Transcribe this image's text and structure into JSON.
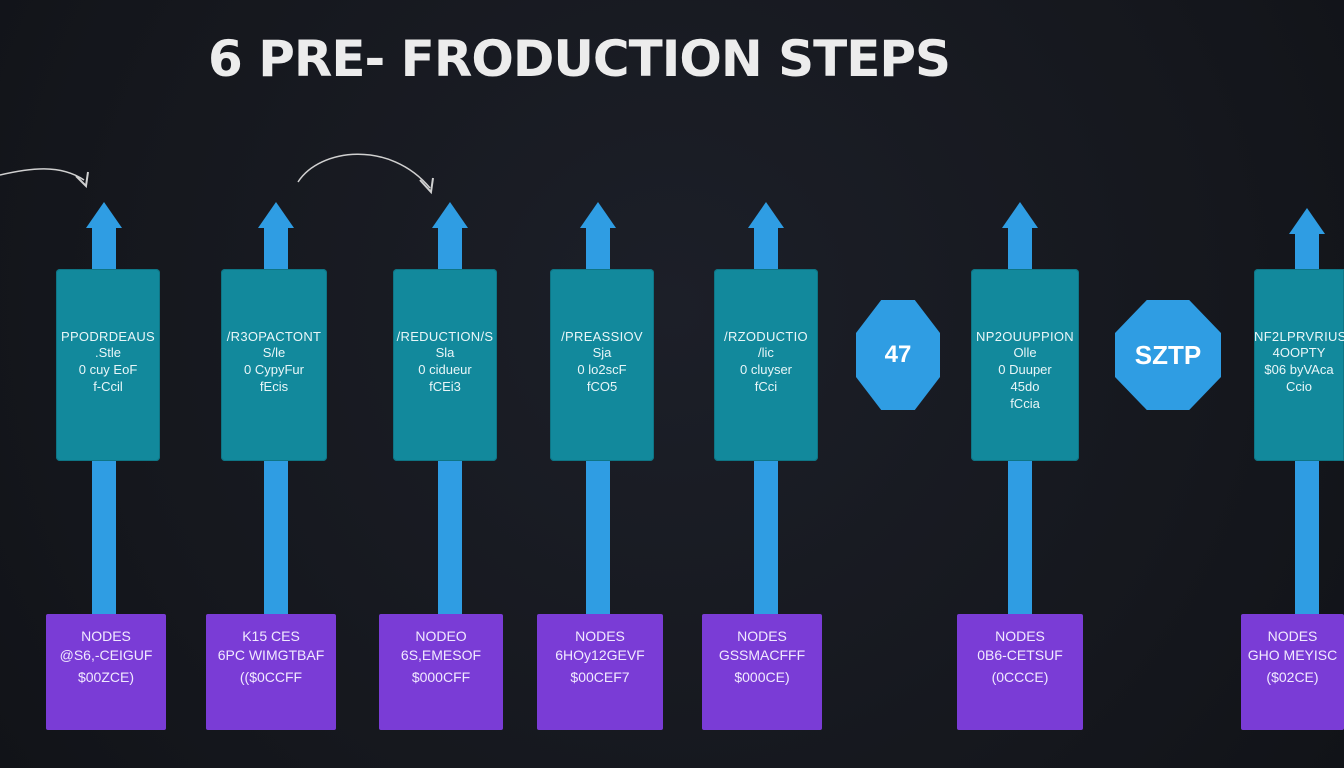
{
  "title": "6 PRE- FRODUCTION STEPS",
  "colors": {
    "background": "#151820",
    "connector": "#2f9de3",
    "card": "#12899c",
    "node": "#7a3cd6",
    "title": "#ececec"
  },
  "steps": [
    {
      "card": {
        "heading": "PPODRDEAUS",
        "lines": [
          ".Stle",
          "0 cuy EoF",
          "f-Ccil"
        ]
      },
      "node": {
        "heading": "NODES",
        "lines": [
          "@S6,-CEIGUF",
          "$00ZCE)"
        ]
      }
    },
    {
      "card": {
        "heading": "/R3OPACTONT",
        "lines": [
          "S/le",
          "0 CypyFur",
          "fEcis"
        ]
      },
      "node": {
        "heading": "K15 CES",
        "lines": [
          "6PC WIMGTBAF",
          "(($0CCFF"
        ]
      }
    },
    {
      "card": {
        "heading": "/REDUCTION/S",
        "lines": [
          "Sla",
          "0 cidueur",
          "fCEi3"
        ]
      },
      "node": {
        "heading": "NODEO",
        "lines": [
          "6S,EMESOF",
          "$000CFF"
        ]
      }
    },
    {
      "card": {
        "heading": "/PREASSIOV",
        "lines": [
          "Sja",
          "0 lo2scF",
          "fCO5"
        ]
      },
      "node": {
        "heading": "NODES",
        "lines": [
          "6HOy12GEVF",
          "$00CEF7"
        ]
      }
    },
    {
      "card": {
        "heading": "/RZODUCTIO",
        "lines": [
          "/lic",
          "0 cluyser",
          "fCci"
        ]
      },
      "node": {
        "heading": "NODES",
        "lines": [
          "GSSMACFFF",
          "$000CE)"
        ]
      }
    },
    {
      "card": {
        "heading": "NP2OUUPPION",
        "lines": [
          "Olle",
          "0 Duuper",
          "45do",
          "fCcia"
        ]
      },
      "node": {
        "heading": "NODES",
        "lines": [
          "0B6-CETSUF",
          "(0CCCE)"
        ]
      }
    },
    {
      "card": {
        "heading": "NF2LPRVRIUS",
        "lines": [
          "4OOPTY",
          "$06 byVAca",
          "Ccio"
        ]
      },
      "node": {
        "heading": "NODES",
        "lines": [
          "GHO MEYISC",
          "($02CE)"
        ]
      }
    }
  ],
  "badges": [
    {
      "label": "47"
    },
    {
      "label": "SZTP"
    }
  ]
}
